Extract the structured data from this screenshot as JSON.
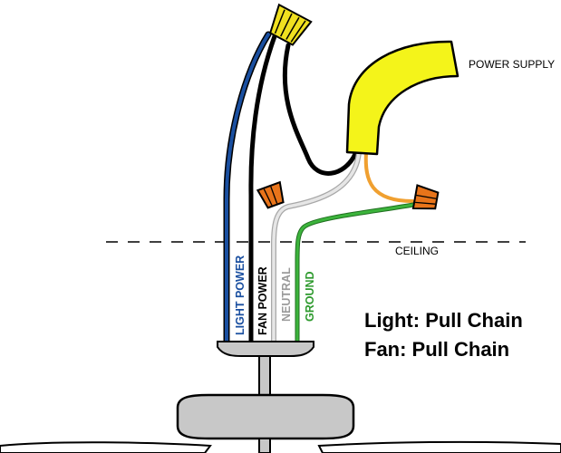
{
  "labels": {
    "power_supply": "POWER SUPPLY",
    "ceiling": "CEILING",
    "wires": {
      "light_power": "LIGHT POWER",
      "fan_power": "FAN POWER",
      "neutral": "NEUTRAL",
      "ground": "GROUND"
    }
  },
  "controls": {
    "light": "Light: Pull Chain",
    "fan": "Fan: Pull Chain"
  },
  "colors": {
    "light_power_wire": "#1a4fa0",
    "fan_power_wire": "#000000",
    "neutral_wire": "#cfcfcf",
    "ground_wire": "#2e9a2e",
    "orange_wire": "#f0a030",
    "cable_yellow": "#f4f41a",
    "wire_nut_yellow": "#f0e020",
    "wire_nut_orange": "#e8741a",
    "fixture_gray": "#c8c8c8"
  }
}
